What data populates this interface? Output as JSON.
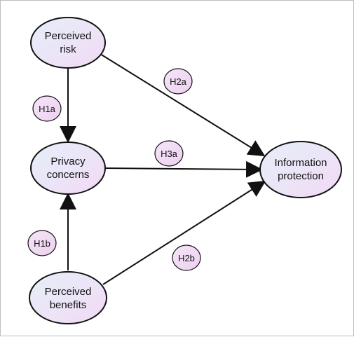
{
  "nodes": {
    "perceived_risk": {
      "line1": "Perceived",
      "line2": "risk"
    },
    "privacy_concerns": {
      "line1": "Privacy",
      "line2": "concerns"
    },
    "perceived_benefits": {
      "line1": "Perceived",
      "line2": "benefits"
    },
    "information_protection": {
      "line1": "Information",
      "line2": "protection"
    }
  },
  "hypotheses": {
    "h1a": "H1a",
    "h1b": "H1b",
    "h2a": "H2a",
    "h2b": "H2b",
    "h3a": "H3a"
  },
  "colors": {
    "node_fill_left": "#e8eef8",
    "node_fill_right": "#f0d8f3",
    "label_fill": "#f1d7f2",
    "stroke": "#111111",
    "border": "#bdbdbd"
  }
}
